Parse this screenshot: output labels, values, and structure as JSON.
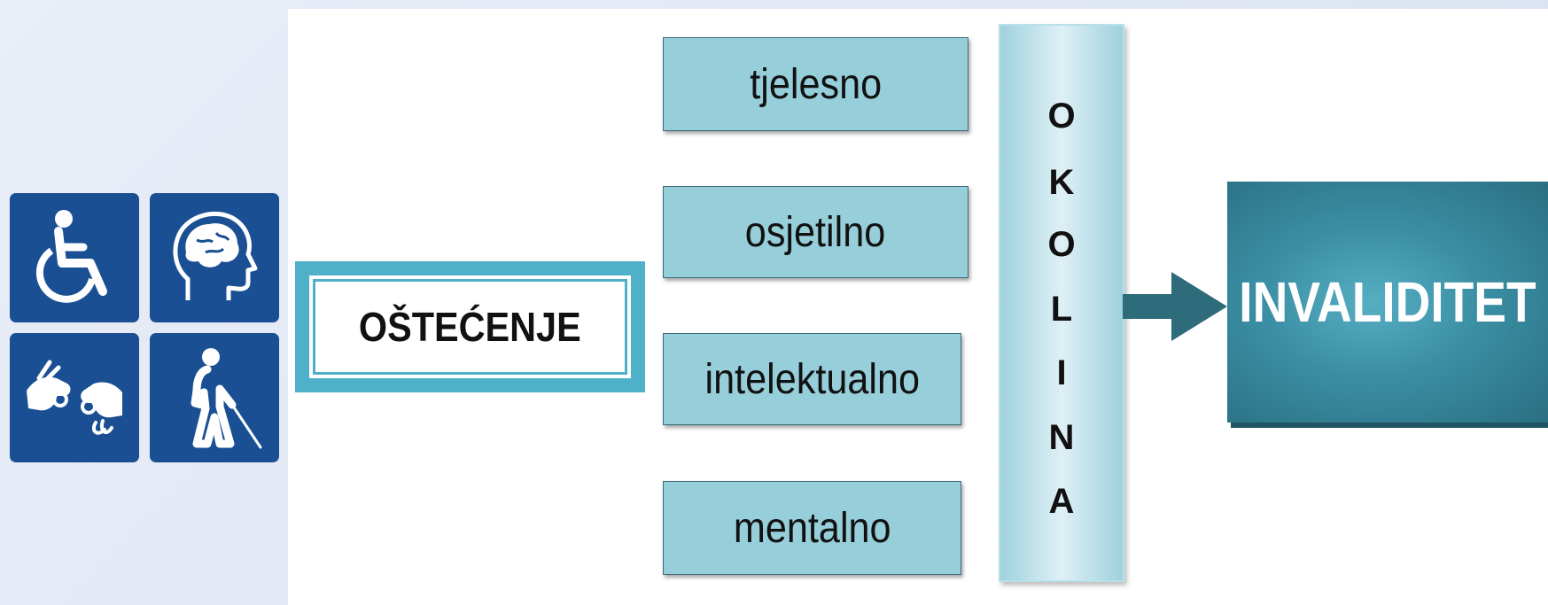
{
  "impairment": {
    "label": "OŠTEĆENJE"
  },
  "categories": [
    {
      "label": "tjelesno"
    },
    {
      "label": "osjetilno"
    },
    {
      "label": "intelektualno"
    },
    {
      "label": "mentalno"
    }
  ],
  "environment": {
    "letters": [
      "O",
      "K",
      "O",
      "L",
      "I",
      "N",
      "A"
    ]
  },
  "outcome": {
    "label": "INVALIDITET"
  },
  "icons": [
    "wheelchair-icon",
    "brain-head-icon",
    "sign-language-icon",
    "blind-person-cane-icon"
  ],
  "colors": {
    "icon_tile": "#1a4f93",
    "impairment_frame": "#4eb0c9",
    "category_fill": "#96ceda",
    "environment_fill": "#def0f5",
    "arrow": "#2e6b7b",
    "outcome_fill": "#3a8ea3"
  }
}
